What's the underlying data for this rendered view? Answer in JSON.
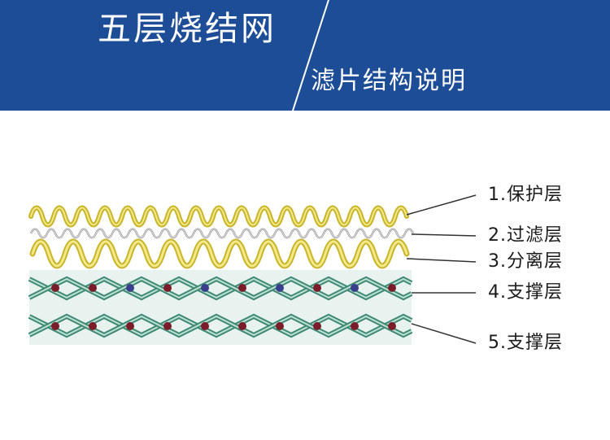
{
  "header": {
    "title": "五层烧结网",
    "subtitle": "滤片结构说明",
    "background_color": "#1c4d96"
  },
  "layers": [
    {
      "label": "1.保护层",
      "color": "#e6d64a"
    },
    {
      "label": "2.过滤层",
      "color": "#b8b8b8"
    },
    {
      "label": "3.分离层",
      "color": "#e6d64a"
    },
    {
      "label": "4.支撑层",
      "color": "#3f8a74"
    },
    {
      "label": "5.支撑层",
      "color": "#3f8a74"
    }
  ]
}
